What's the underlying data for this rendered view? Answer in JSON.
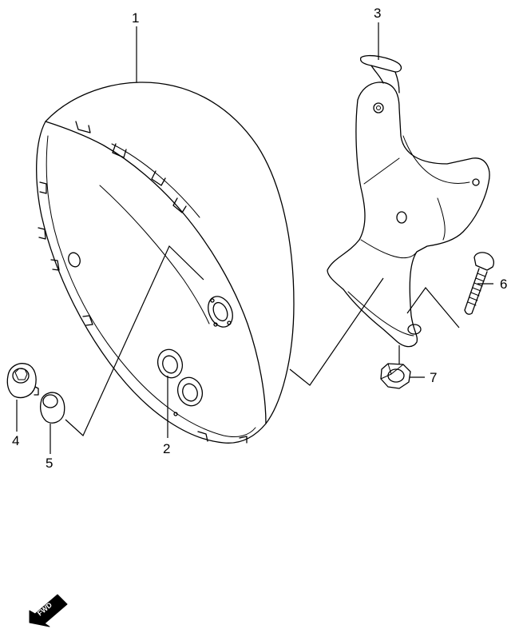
{
  "diagram": {
    "parts": [
      {
        "number": "1",
        "ref": "headlamp-housing"
      },
      {
        "number": "2",
        "ref": "grommet"
      },
      {
        "number": "3",
        "ref": "harness-clamp"
      },
      {
        "number": "4",
        "ref": "bolt"
      },
      {
        "number": "5",
        "ref": "cushion"
      },
      {
        "number": "6",
        "ref": "bolt"
      },
      {
        "number": "7",
        "ref": "nut"
      }
    ],
    "fwd_label": "FWD"
  }
}
